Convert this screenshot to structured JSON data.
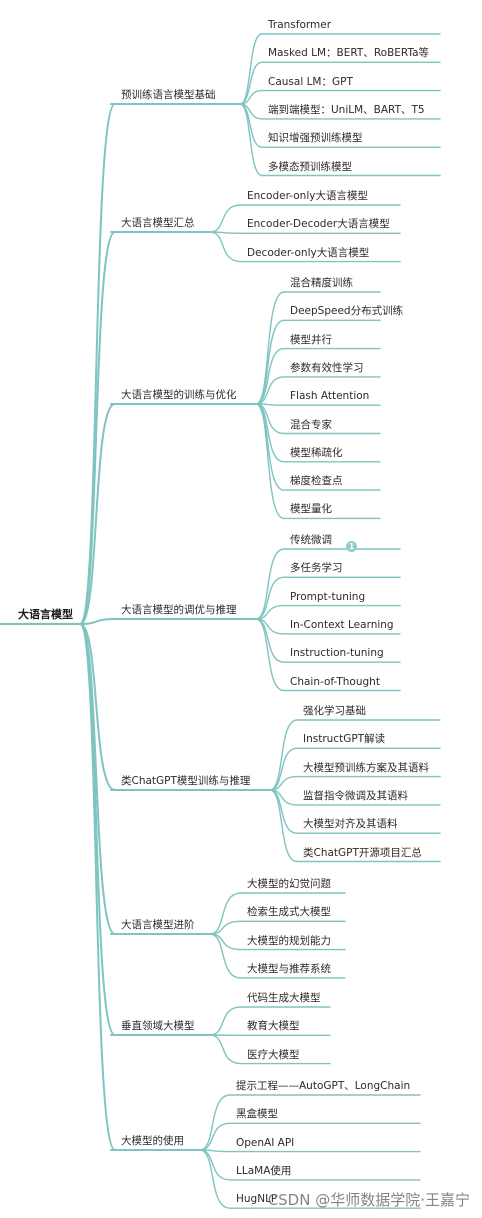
{
  "root": "大语言模型",
  "branches": [
    {
      "label": "预训练语言模型基础",
      "children": [
        "Transformer",
        "Masked LM：BERT、RoBERTa等",
        "Causal LM：GPT",
        "端到端模型：UniLM、BART、T5",
        "知识增强预训练模型",
        "多模态预训练模型"
      ]
    },
    {
      "label": "大语言模型汇总",
      "children": [
        "Encoder-only大语言模型",
        "Encoder-Decoder大语言模型",
        "Decoder-only大语言模型"
      ]
    },
    {
      "label": "大语言模型的训练与优化",
      "children": [
        "混合精度训练",
        "DeepSpeed分布式训练",
        "模型并行",
        "参数有效性学习",
        "Flash Attention",
        "混合专家",
        "模型稀疏化",
        "梯度检查点",
        "模型量化"
      ]
    },
    {
      "label": "大语言模型的调优与推理",
      "children": [
        "传统微调",
        "多任务学习",
        "Prompt-tuning",
        "In-Context Learning",
        "Instruction-tuning",
        "Chain-of-Thought"
      ]
    },
    {
      "label": "类ChatGPT模型训练与推理",
      "children": [
        "强化学习基础",
        "InstructGPT解读",
        "大模型预训练方案及其语料",
        "监督指令微调及其语料",
        "大模型对齐及其语料",
        "类ChatGPT开源项目汇总"
      ]
    },
    {
      "label": "大语言模型进阶",
      "children": [
        "大模型的幻觉问题",
        "检索生成式大模型",
        "大模型的规划能力",
        "大模型与推荐系统"
      ]
    },
    {
      "label": "垂直领域大模型",
      "children": [
        "代码生成大模型",
        "教育大模型",
        "医疗大模型"
      ]
    },
    {
      "label": "大模型的使用",
      "children": [
        "提示工程——AutoGPT、LongChain",
        "黑盒模型",
        "OpenAI API",
        "LLaMA使用",
        "HugNLP"
      ]
    }
  ],
  "badge": "1",
  "watermark": "CSDN @华师数据学院·王嘉宁",
  "line_color": "#7fc4c0"
}
